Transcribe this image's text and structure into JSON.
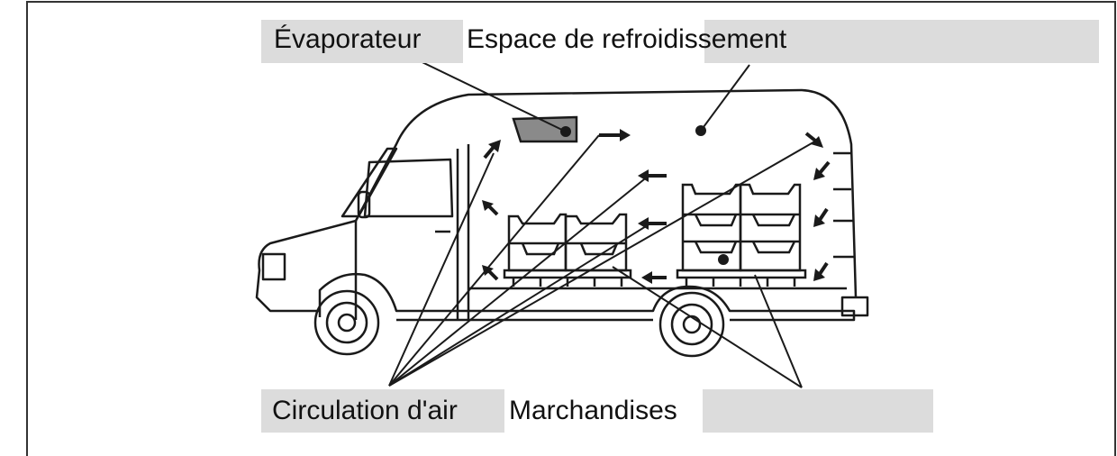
{
  "labels": {
    "evaporator": "Évaporateur",
    "cooling_space": "Espace de refroidissement",
    "air_circulation": "Circulation d'air",
    "goods": "Marchandises"
  },
  "colors": {
    "line": "#1a1a1a",
    "label_box": "#dcdcdc",
    "evaporator_fill": "#8a8a8a",
    "background": "#ffffff"
  }
}
